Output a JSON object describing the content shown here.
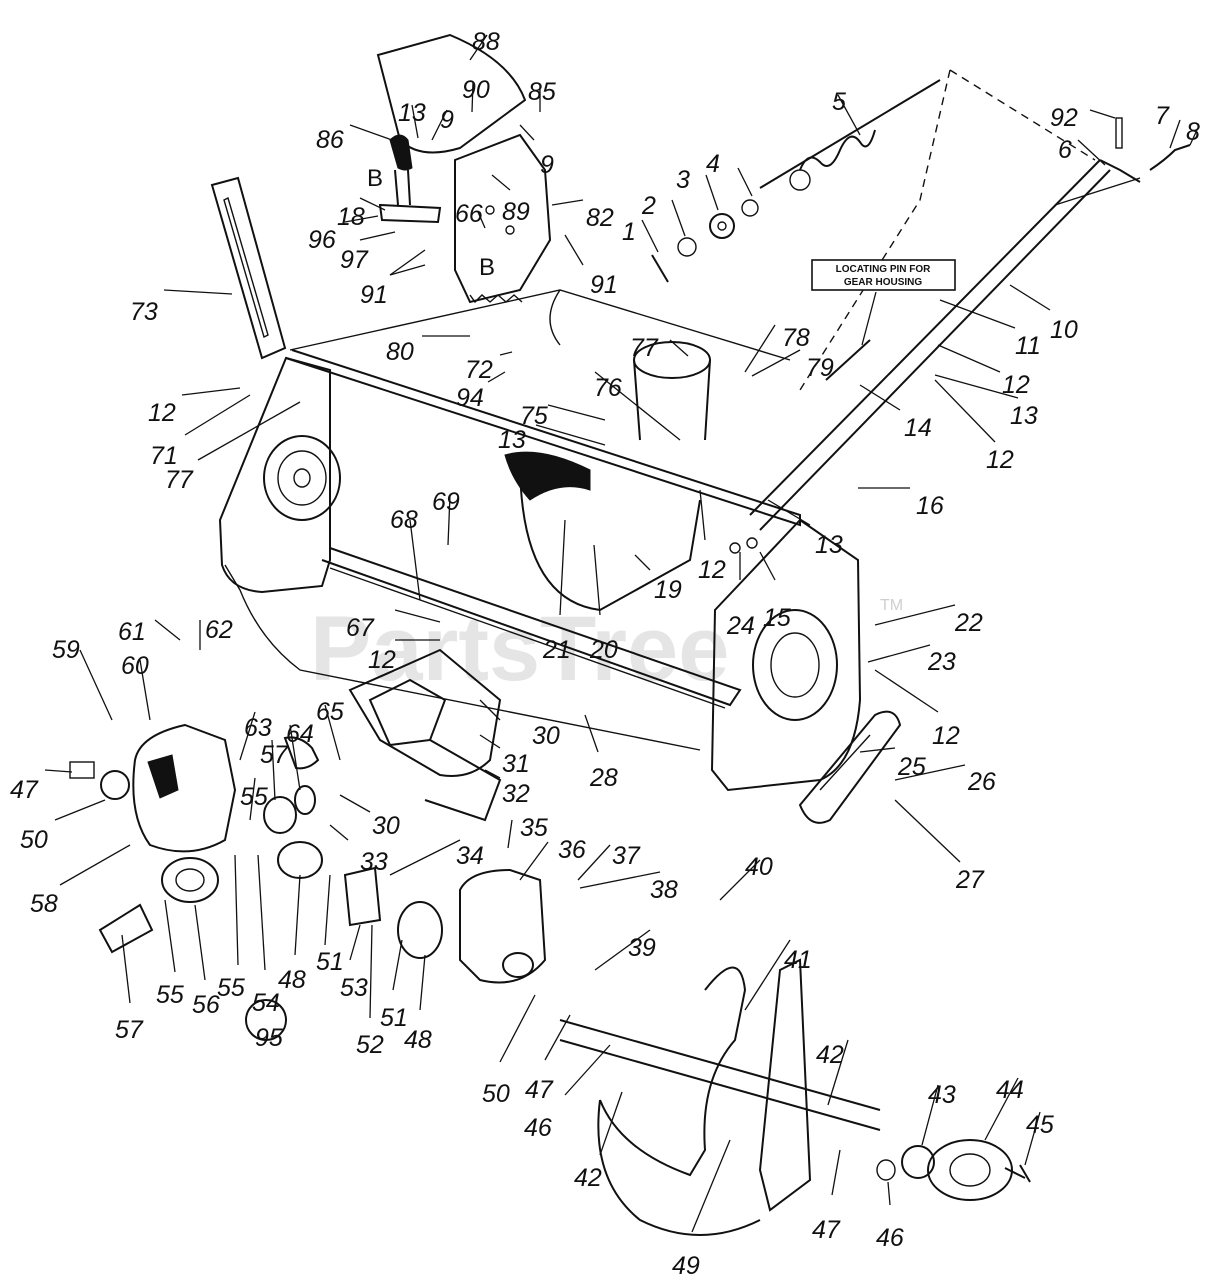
{
  "watermark": {
    "text": "PartsTree",
    "trademark": "TM"
  },
  "note": {
    "line1": "LOCATING PIN FOR",
    "line2": "GEAR HOUSING"
  },
  "letters": [
    "B",
    "B"
  ],
  "labels": [
    {
      "id": "88",
      "text": "88"
    },
    {
      "id": "90",
      "text": "90"
    },
    {
      "id": "85",
      "text": "85"
    },
    {
      "id": "13a",
      "text": "13"
    },
    {
      "id": "9a",
      "text": "9"
    },
    {
      "id": "86",
      "text": "86"
    },
    {
      "id": "9b",
      "text": "9"
    },
    {
      "id": "89",
      "text": "89"
    },
    {
      "id": "82",
      "text": "82"
    },
    {
      "id": "18",
      "text": "18"
    },
    {
      "id": "66",
      "text": "66"
    },
    {
      "id": "96",
      "text": "96"
    },
    {
      "id": "97",
      "text": "97"
    },
    {
      "id": "91a",
      "text": "91"
    },
    {
      "id": "91b",
      "text": "91"
    },
    {
      "id": "5",
      "text": "5"
    },
    {
      "id": "4",
      "text": "4"
    },
    {
      "id": "3",
      "text": "3"
    },
    {
      "id": "2",
      "text": "2"
    },
    {
      "id": "1",
      "text": "1"
    },
    {
      "id": "92",
      "text": "92"
    },
    {
      "id": "7",
      "text": "7"
    },
    {
      "id": "8",
      "text": "8"
    },
    {
      "id": "6",
      "text": "6"
    },
    {
      "id": "73",
      "text": "73"
    },
    {
      "id": "10",
      "text": "10"
    },
    {
      "id": "11",
      "text": "11"
    },
    {
      "id": "80",
      "text": "80"
    },
    {
      "id": "77a",
      "text": "77"
    },
    {
      "id": "78",
      "text": "78"
    },
    {
      "id": "79",
      "text": "79"
    },
    {
      "id": "72",
      "text": "72"
    },
    {
      "id": "94",
      "text": "94"
    },
    {
      "id": "12a",
      "text": "12"
    },
    {
      "id": "12b",
      "text": "12"
    },
    {
      "id": "13b",
      "text": "13"
    },
    {
      "id": "71",
      "text": "71"
    },
    {
      "id": "75",
      "text": "75"
    },
    {
      "id": "76",
      "text": "76"
    },
    {
      "id": "14",
      "text": "14"
    },
    {
      "id": "13c",
      "text": "13"
    },
    {
      "id": "12c",
      "text": "12"
    },
    {
      "id": "77b",
      "text": "77"
    },
    {
      "id": "16",
      "text": "16"
    },
    {
      "id": "13d",
      "text": "13"
    },
    {
      "id": "69",
      "text": "69"
    },
    {
      "id": "68",
      "text": "68"
    },
    {
      "id": "12d",
      "text": "12"
    },
    {
      "id": "19",
      "text": "19"
    },
    {
      "id": "24",
      "text": "24"
    },
    {
      "id": "15",
      "text": "15"
    },
    {
      "id": "22",
      "text": "22"
    },
    {
      "id": "67",
      "text": "67"
    },
    {
      "id": "21",
      "text": "21"
    },
    {
      "id": "20",
      "text": "20"
    },
    {
      "id": "12e",
      "text": "12"
    },
    {
      "id": "23",
      "text": "23"
    },
    {
      "id": "61",
      "text": "61"
    },
    {
      "id": "62",
      "text": "62"
    },
    {
      "id": "59",
      "text": "59"
    },
    {
      "id": "60",
      "text": "60"
    },
    {
      "id": "12f",
      "text": "12"
    },
    {
      "id": "30a",
      "text": "30"
    },
    {
      "id": "65",
      "text": "65"
    },
    {
      "id": "63",
      "text": "63"
    },
    {
      "id": "64",
      "text": "64"
    },
    {
      "id": "31",
      "text": "31"
    },
    {
      "id": "57a",
      "text": "57"
    },
    {
      "id": "47a",
      "text": "47"
    },
    {
      "id": "55a",
      "text": "55"
    },
    {
      "id": "25",
      "text": "25"
    },
    {
      "id": "28",
      "text": "28"
    },
    {
      "id": "26",
      "text": "26"
    },
    {
      "id": "32",
      "text": "32"
    },
    {
      "id": "50a",
      "text": "50"
    },
    {
      "id": "30b",
      "text": "30"
    },
    {
      "id": "33",
      "text": "33"
    },
    {
      "id": "34",
      "text": "34"
    },
    {
      "id": "35",
      "text": "35"
    },
    {
      "id": "36",
      "text": "36"
    },
    {
      "id": "37",
      "text": "37"
    },
    {
      "id": "27",
      "text": "27"
    },
    {
      "id": "58",
      "text": "58"
    },
    {
      "id": "38",
      "text": "38"
    },
    {
      "id": "40",
      "text": "40"
    },
    {
      "id": "39",
      "text": "39"
    },
    {
      "id": "41",
      "text": "41"
    },
    {
      "id": "55b",
      "text": "55"
    },
    {
      "id": "56",
      "text": "56"
    },
    {
      "id": "55c",
      "text": "55"
    },
    {
      "id": "54",
      "text": "54"
    },
    {
      "id": "48a",
      "text": "48"
    },
    {
      "id": "51a",
      "text": "51"
    },
    {
      "id": "53",
      "text": "53"
    },
    {
      "id": "57b",
      "text": "57"
    },
    {
      "id": "95",
      "text": "95"
    },
    {
      "id": "52",
      "text": "52"
    },
    {
      "id": "51b",
      "text": "51"
    },
    {
      "id": "48b",
      "text": "48"
    },
    {
      "id": "50b",
      "text": "50"
    },
    {
      "id": "47b",
      "text": "47"
    },
    {
      "id": "42a",
      "text": "42"
    },
    {
      "id": "46a",
      "text": "46"
    },
    {
      "id": "43",
      "text": "43"
    },
    {
      "id": "44",
      "text": "44"
    },
    {
      "id": "45",
      "text": "45"
    },
    {
      "id": "42b",
      "text": "42"
    },
    {
      "id": "47c",
      "text": "47"
    },
    {
      "id": "46b",
      "text": "46"
    },
    {
      "id": "49",
      "text": "49"
    }
  ]
}
